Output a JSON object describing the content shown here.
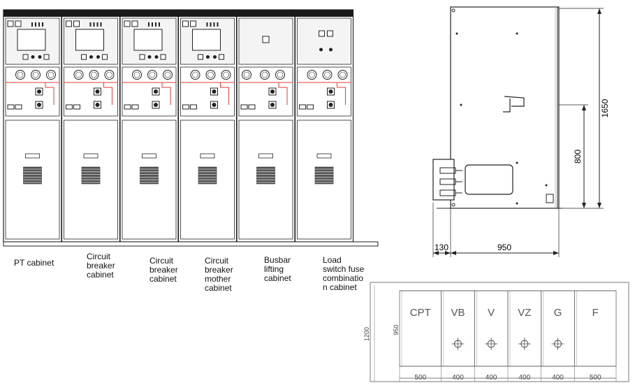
{
  "cabinets": [
    {
      "label": "PT cabinet",
      "type": "pt"
    },
    {
      "label": "Circuit\nbreaker\ncabinet",
      "type": "cb"
    },
    {
      "label": "Circuit\nbreaker\ncabinet",
      "type": "cb"
    },
    {
      "label": "Circuit\nbreaker\nmother\ncabinet",
      "type": "cb"
    },
    {
      "label": "Busbar\nlifting\ncabinet",
      "type": "busbar"
    },
    {
      "label": "Load\nswitch fuse\ncombinatio\nn cabinet",
      "type": "load"
    }
  ],
  "side_view": {
    "height_dim": "1650",
    "mid_dim": "800",
    "depth_dim": "950",
    "offset_dim": "130"
  },
  "plan_view": {
    "depth_dim": "1200",
    "inner_dim": "950",
    "bays": [
      {
        "label": "CPT",
        "width": "500"
      },
      {
        "label": "VB",
        "width": "400"
      },
      {
        "label": "V",
        "width": "400"
      },
      {
        "label": "VZ",
        "width": "400"
      },
      {
        "label": "G",
        "width": "400"
      },
      {
        "label": "F",
        "width": "500"
      }
    ]
  },
  "colors": {
    "stroke": "#222222",
    "panel": "#f4f4f4",
    "red_line": "#e53935",
    "top_bar": "#1a1a1a"
  }
}
